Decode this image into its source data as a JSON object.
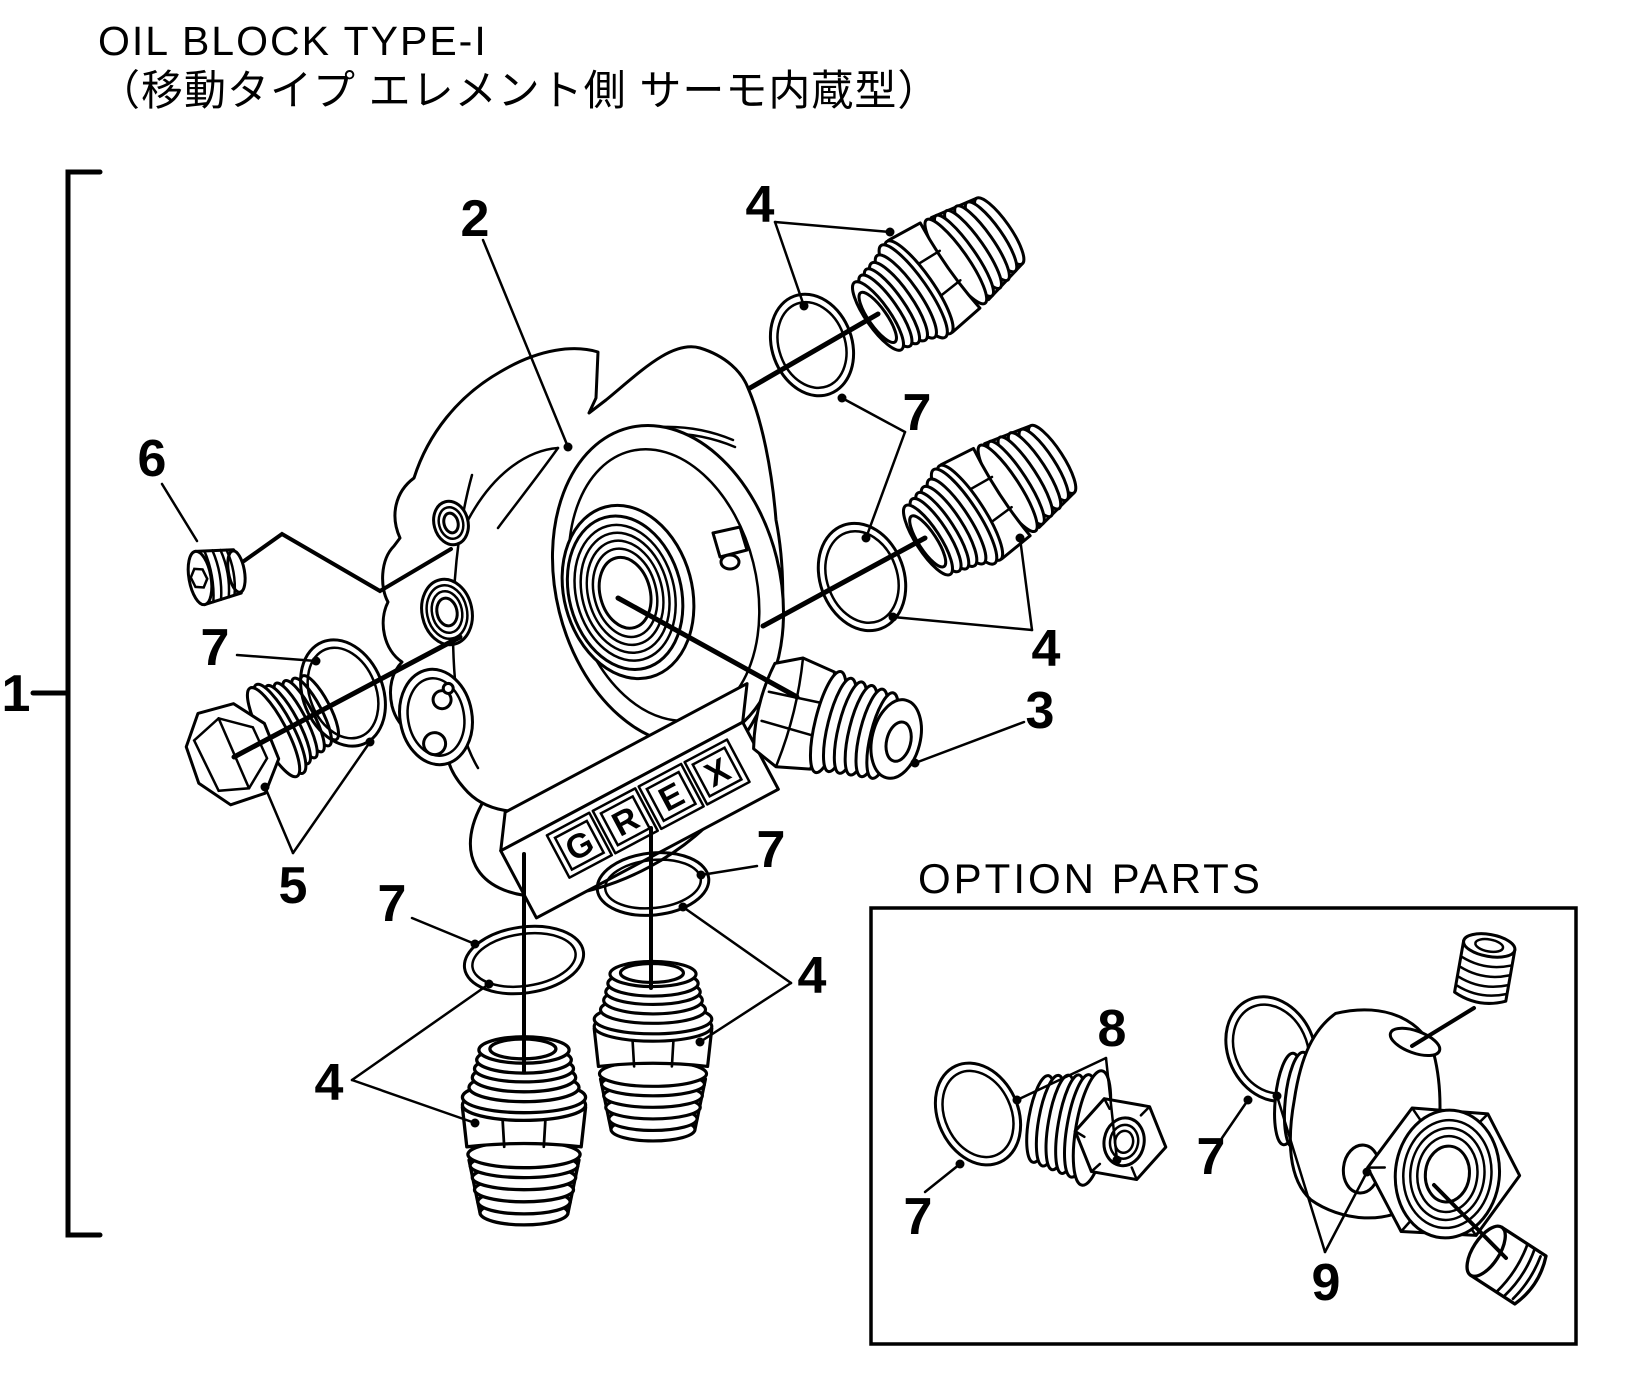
{
  "page": {
    "background": "#ffffff",
    "ink": "#000000"
  },
  "title": {
    "line1": "OIL BLOCK TYPE-I",
    "line2": "（移動タイプ エレメント側 サーモ内蔵型）"
  },
  "option_section": {
    "label": "OPTION PARTS"
  },
  "logo": {
    "letters": [
      "G",
      "R",
      "E",
      "X"
    ]
  },
  "callouts": {
    "c1": {
      "text": "1"
    },
    "c2": {
      "text": "2"
    },
    "c3": {
      "text": "3"
    },
    "c4_top": {
      "text": "4"
    },
    "c4_right": {
      "text": "4"
    },
    "c4_bottom_left": {
      "text": "4"
    },
    "c4_bottom_right": {
      "text": "4"
    },
    "c5": {
      "text": "5"
    },
    "c6": {
      "text": "6"
    },
    "c7_upper_right": {
      "text": "7"
    },
    "c7_left": {
      "text": "7"
    },
    "c7_bottom_left": {
      "text": "7"
    },
    "c7_bottom_right": {
      "text": "7"
    },
    "c7_option_left": {
      "text": "7"
    },
    "c7_option_right": {
      "text": "7"
    },
    "c8": {
      "text": "8"
    },
    "c9": {
      "text": "9"
    }
  }
}
